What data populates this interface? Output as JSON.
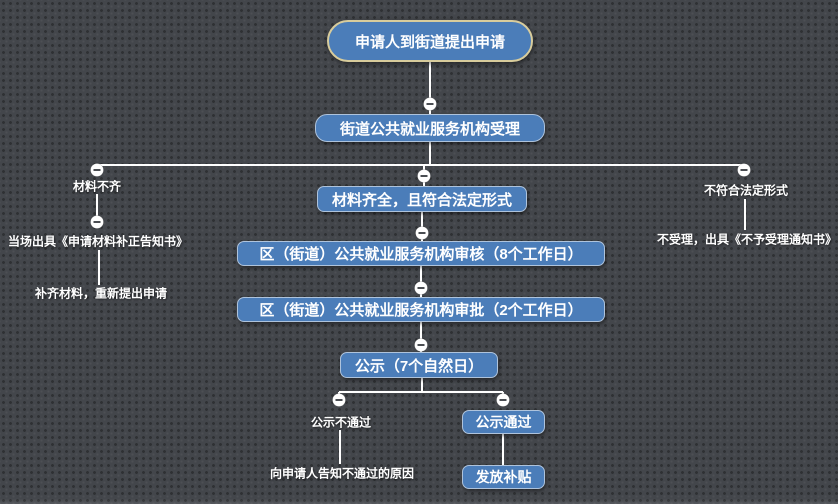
{
  "colors": {
    "background": "#43464b",
    "node_fill": "#4b7db9",
    "node_border": "#aec3dc",
    "start_node_border": "#d8cc9c",
    "text": "#ffffff",
    "connector": "#ffffff",
    "toggle_fill": "#ffffff",
    "toggle_minus": "#4a4d52"
  },
  "nodes": {
    "start": "申请人到街道提出申请",
    "accept": "街道公共就业服务机构受理",
    "materials_incomplete": "材料不齐",
    "correction_notice": "当场出具《申请材料补正告知书》",
    "resubmit": "补齐材料，重新提出申请",
    "materials_complete": "材料齐全，且符合法定形式",
    "review": "区（街道）公共就业服务机构审核（8个工作日）",
    "approval": "区（街道）公共就业服务机构审批（2个工作日）",
    "publicity": "公示（7个自然日）",
    "publicity_failed": "公示不通过",
    "notify_reason": "向申请人告知不通过的原因",
    "publicity_passed": "公示通过",
    "grant_subsidy": "发放补贴",
    "invalid_form": "不符合法定形式",
    "reject": "不受理，出具《不予受理通知书》"
  }
}
